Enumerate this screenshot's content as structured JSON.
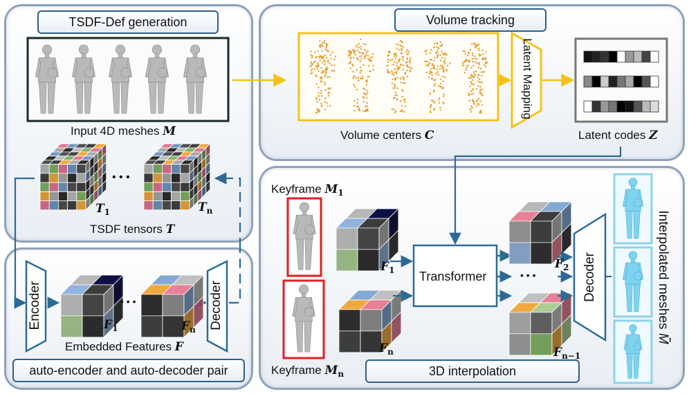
{
  "panels": {
    "tsdf_def": {
      "title": "TSDF-Def generation"
    },
    "volume_tracking": {
      "title": "Volume tracking"
    },
    "auto_pair": {
      "title": "auto-encoder and auto-decoder pair"
    },
    "interp": {
      "title": "3D interpolation"
    }
  },
  "labels": {
    "input_meshes": "Input 4D meshes",
    "input_meshes_sym": "M",
    "tsdf_tensors": "TSDF tensors",
    "tsdf_tensors_sym": "T",
    "t1": "T",
    "t1_sub": "1",
    "tn": "T",
    "tn_sub": "n",
    "volume_centers": "Volume centers",
    "volume_centers_sym": "C",
    "latent_codes": "Latent codes",
    "latent_codes_sym": "Z",
    "latent_mapping": "Latent Mapping",
    "encoder": "Encoder",
    "decoder": "Decoder",
    "decoder2": "Decoder",
    "embedded_features": "Embedded Features",
    "embedded_features_sym": "F",
    "f1": "F",
    "f1_sub": "1",
    "fn": "F",
    "fn_sub": "n",
    "keyframe_1": "Keyframe",
    "keyframe_1_sym": "M",
    "keyframe_1_sub": "1",
    "keyframe_n": "Keyframe",
    "keyframe_n_sym": "M",
    "keyframe_n_sub": "n",
    "transformer": "Transformer",
    "if1": "F",
    "if1_sub": "1",
    "ifn": "F",
    "ifn_sub": "n",
    "f2": "F",
    "f2_sub": "2",
    "fn1": "F",
    "fn1_sub": "n−1",
    "interpolated_meshes": "Interpolated meshes",
    "interpolated_meshes_sym": "M̃",
    "ellipsis": "• • •"
  },
  "colors": {
    "panel_border": "#8fa2b8",
    "pill_border": "#2d5f8c",
    "arrow": "#2c6a94",
    "yellow": "#f5c21a",
    "orange_points": "#e39a2a",
    "red_frame": "#e02020",
    "cyan_frame": "#8fd3ea",
    "mesh_gray": "#b9b9b9",
    "mesh_cyan": "#7fd3ef"
  }
}
